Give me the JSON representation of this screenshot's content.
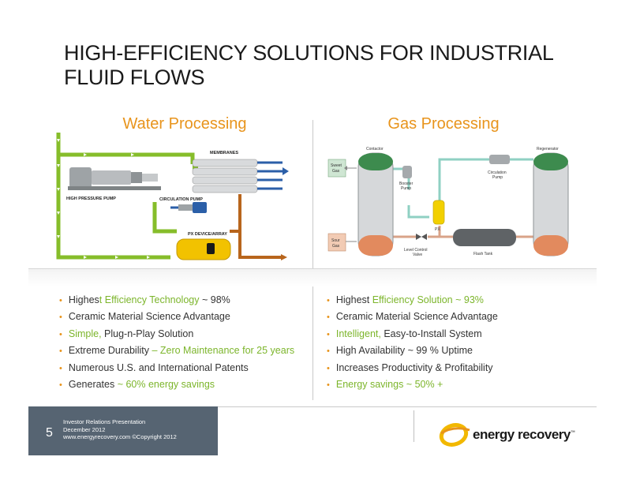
{
  "slide": {
    "title_line1": "HIGH-EFFICIENCY SOLUTIONS  FOR INDUSTRIAL",
    "title_line2": "FLUID FLOWS"
  },
  "water": {
    "heading": "Water Processing",
    "labels": {
      "membranes": "MEMBRANES",
      "high_pressure_pump": "HIGH PRESSURE PUMP",
      "circulation_pump": "CIRCULATION PUMP",
      "px_device": "PX DEVICE/ARRAY"
    },
    "bullets": [
      {
        "pre": "Highes",
        "pre2": "t ",
        "hl": "Efficiency Technology ",
        "post": "~ 98%"
      },
      {
        "pre": "Ceramic Material Science Advantage",
        "pre2": "",
        "hl": "",
        "post": ""
      },
      {
        "pre": "",
        "pre2": "",
        "hl": "Simple, ",
        "post": "Plug-n-Play Solution"
      },
      {
        "pre": "Extreme Durability ",
        "pre2": "",
        "hl": "– Zero Maintenance for 25 years",
        "post": ""
      },
      {
        "pre": "Numerous U.S. and International Patents",
        "pre2": "",
        "hl": "",
        "post": ""
      },
      {
        "pre": "Generates ",
        "pre2": "",
        "hl": "~ 60% energy savings",
        "post": ""
      }
    ]
  },
  "gas": {
    "heading": "Gas Processing",
    "labels": {
      "contactor": "Contactor",
      "regenerator": "Regenerator",
      "sweet_gas_1": "Sweet",
      "sweet_gas_2": "Gas",
      "sour_gas_1": "Sour",
      "sour_gas_2": "Gas",
      "booster_pump_1": "Booster",
      "booster_pump_2": "Pump",
      "circulation_pump_1": "Circulation",
      "circulation_pump_2": "Pump",
      "px": "PX",
      "level_control_1": "Level Control",
      "level_control_2": "Valve",
      "flash_tank": "Flash Tank"
    },
    "bullets": [
      {
        "pre": "Highest ",
        "hl": "Efficiency Solution ",
        "post": "~ 93%"
      },
      {
        "pre": "Ceramic Material Science Advantage",
        "hl": "",
        "post": ""
      },
      {
        "pre": "",
        "hl": "Intelligent, ",
        "post": "Easy-to-Install System"
      },
      {
        "pre": "High Availability ",
        "hl": "",
        "post": "~ 99 % Uptime"
      },
      {
        "pre": "Increases Productivity & Profitability",
        "hl": "",
        "post": ""
      },
      {
        "pre": "",
        "hl": "Energy savings ",
        "post": "~ 50% +"
      }
    ]
  },
  "footer": {
    "page_number": "5",
    "line1": "Investor Relations Presentation",
    "line2": "December 2012",
    "line3": "www.energyrecovery.com  ©Copyright 2012"
  },
  "logo": {
    "word": "energy recovery",
    "tm": "™"
  },
  "colors": {
    "accent_orange": "#e8941c",
    "highlight_green": "#7cb52b",
    "footer_slate": "#566472",
    "pipe_blue": "#2b5fa8",
    "pipe_brown": "#b8651c"
  }
}
